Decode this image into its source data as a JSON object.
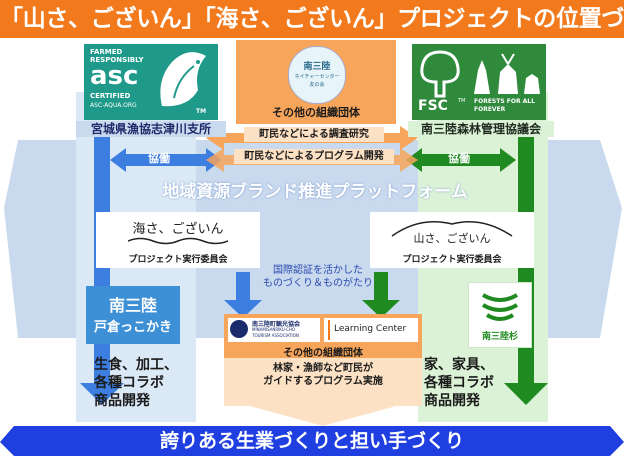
{
  "title": "「山さ、ございん」「海さ、ございん」プロジェクトの位置づけ",
  "colors": {
    "title_bg": "#f27a1d",
    "platform": "#c9d9ee",
    "blue_arrow": "#3d7fe0",
    "green_arrow": "#1f8a1f",
    "orange": "#f7a55a",
    "bottom_banner": "#1f3fe0"
  },
  "left_org": {
    "logo_lines": [
      "FARMED",
      "RESPONSIBLY",
      "asc",
      "CERTIFIED",
      "ASC-AQUA.ORG",
      "TM"
    ],
    "label": "宮城県漁協志津川支所"
  },
  "right_org": {
    "logo_lines": [
      "FSC",
      "FORESTS FOR ALL",
      "FOREVER",
      "TM"
    ],
    "label": "南三陸森林管理協議会"
  },
  "center_top": {
    "badge_lines": [
      "南三陸",
      "ネイチャーセンター",
      "友の会"
    ],
    "group_label": "その他の組織団体",
    "research": "町民などによる調査研究",
    "program_dev": "町民などによるプログラム開発"
  },
  "cooperation_left": "協働",
  "cooperation_right": "協働",
  "platform_label": "地域資源ブランド推進プラットフォーム",
  "umi_committee": {
    "logo_text": "海さ、ございん",
    "label": "プロジェクト実行委員会"
  },
  "yama_committee": {
    "logo_text": "山さ、ございん",
    "label": "プロジェクト実行委員会"
  },
  "certification_note": [
    "国際認証を活かした",
    "ものづくり＆ものがたり"
  ],
  "left_bottom": {
    "logo_text": [
      "南三陸",
      "戸倉っこかき"
    ],
    "lines": [
      "生食、加工、",
      "各種コラボ",
      "商品開発"
    ]
  },
  "right_bottom": {
    "logo_text": "南三陸杉",
    "lines": [
      "家、家具、",
      "各種コラボ",
      "商品開発"
    ]
  },
  "center_bottom": {
    "tourism_logo_lines": [
      "南三陸町観光協会",
      "MINAMISANRIKU-CHO",
      "TOURISM ASSOCIATION"
    ],
    "learning_center": "Learning Center",
    "group_label": "その他の組織団体",
    "program_lines": [
      "林家・漁師など町民が",
      "ガイドするプログラム実施"
    ]
  },
  "bottom_banner": "誇りある生業づくりと担い手づくり"
}
